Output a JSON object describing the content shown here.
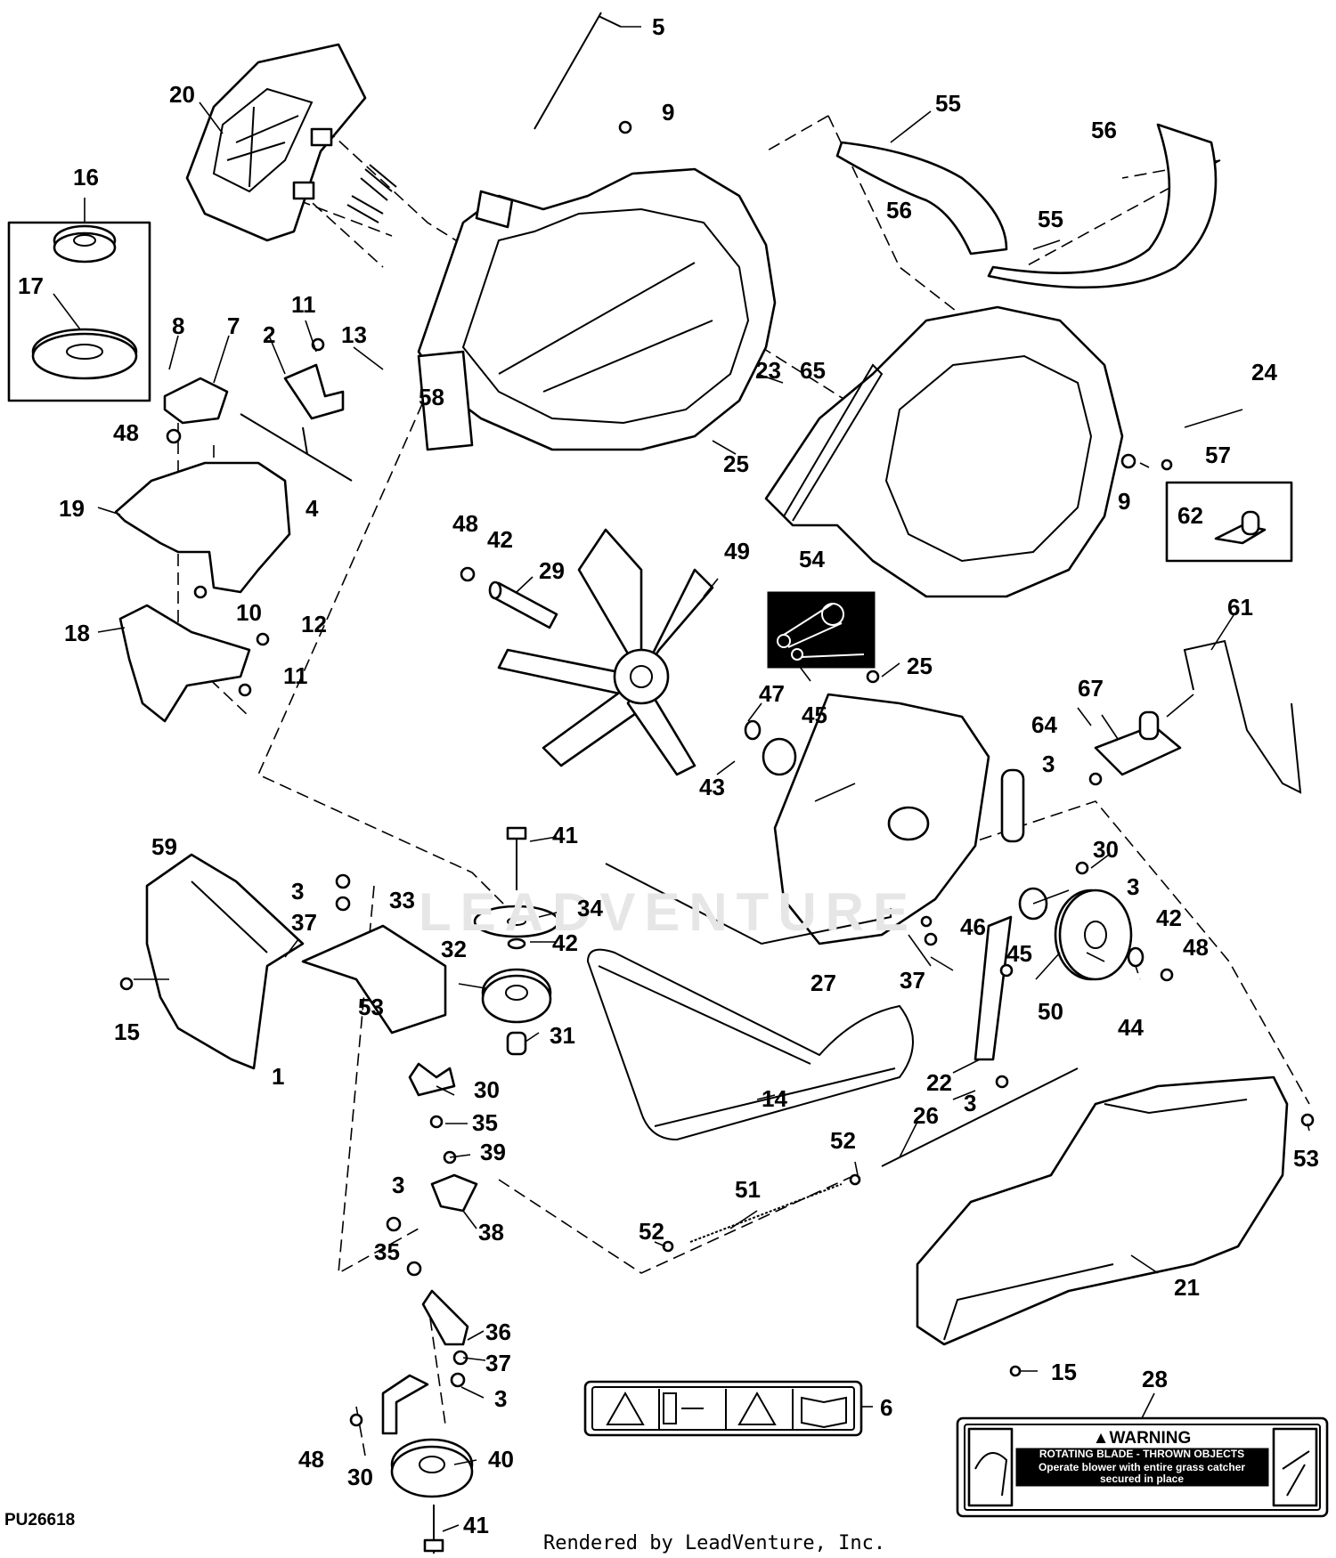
{
  "diagram": {
    "drawing_code": "PU26618",
    "footer": "Rendered by LeadVenture, Inc.",
    "watermark": "LEADVENTURE",
    "warning_label": {
      "heading": "WARNING",
      "banner": "ROTATING BLADE - THROWN OBJECTS",
      "line1": "Operate blower with entire grass catcher",
      "line2": "secured in place"
    },
    "callouts": [
      "1",
      "2",
      "3",
      "4",
      "5",
      "6",
      "7",
      "8",
      "9",
      "10",
      "11",
      "12",
      "13",
      "14",
      "15",
      "16",
      "17",
      "18",
      "19",
      "20",
      "21",
      "22",
      "23",
      "24",
      "25",
      "26",
      "27",
      "28",
      "29",
      "30",
      "31",
      "32",
      "33",
      "34",
      "35",
      "36",
      "37",
      "38",
      "39",
      "40",
      "41",
      "42",
      "43",
      "44",
      "45",
      "46",
      "47",
      "48",
      "49",
      "50",
      "51",
      "52",
      "53",
      "54",
      "55",
      "56",
      "57",
      "58",
      "59",
      "61",
      "62",
      "64",
      "65",
      "67"
    ],
    "icons": [
      "belt-routing-decal-icon",
      "blower-fan-icon",
      "pulley-icon",
      "hood-icon",
      "decal-strip-icon",
      "warning-decal-icon"
    ]
  }
}
